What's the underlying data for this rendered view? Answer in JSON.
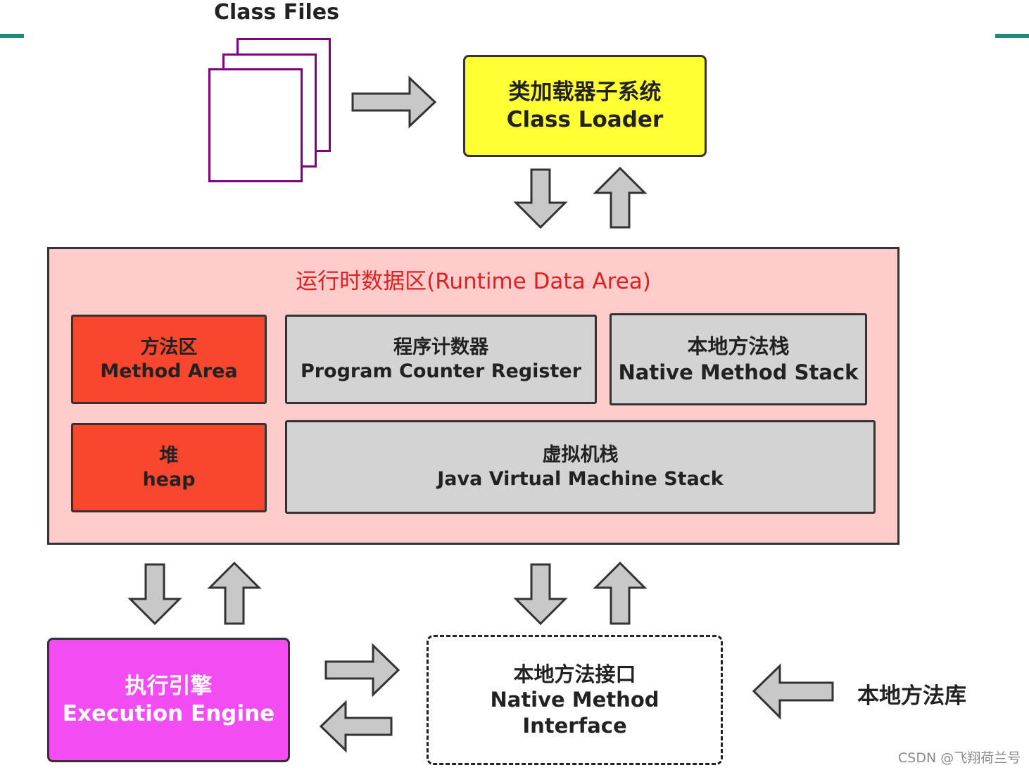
{
  "class_files": {
    "title": "Class Files"
  },
  "class_loader": {
    "zh": "类加载器子系统",
    "en": "Class Loader"
  },
  "runtime_area": {
    "title": "运行时数据区(Runtime Data Area)",
    "method_area": {
      "zh": "方法区",
      "en": "Method Area"
    },
    "pc_register": {
      "zh": "程序计数器",
      "en": "Program Counter Register"
    },
    "native_stack": {
      "zh": "本地方法栈",
      "en": "Native Method Stack"
    },
    "heap": {
      "zh": "堆",
      "en": "heap"
    },
    "jvm_stack": {
      "zh": "虚拟机栈",
      "en": "Java Virtual Machine Stack"
    }
  },
  "execution_engine": {
    "zh": "执行引擎",
    "en": "Execution Engine"
  },
  "native_interface": {
    "zh": "本地方法接口",
    "en_line1": "Native Method",
    "en_line2": "Interface"
  },
  "native_library": {
    "label": "本地方法库"
  },
  "watermark": {
    "text": "CSDN @飞翔荷兰号"
  },
  "colors": {
    "class_loader_bg": "#ffff33",
    "runtime_area_bg": "#ffcccc",
    "runtime_title": "#e02020",
    "method_heap_bg": "#f9472f",
    "register_stack_bg": "#d3d3d3",
    "execution_engine_bg": "#f24cf2",
    "class_file_border": "#800080",
    "teal_mark": "#1e8a7a"
  }
}
